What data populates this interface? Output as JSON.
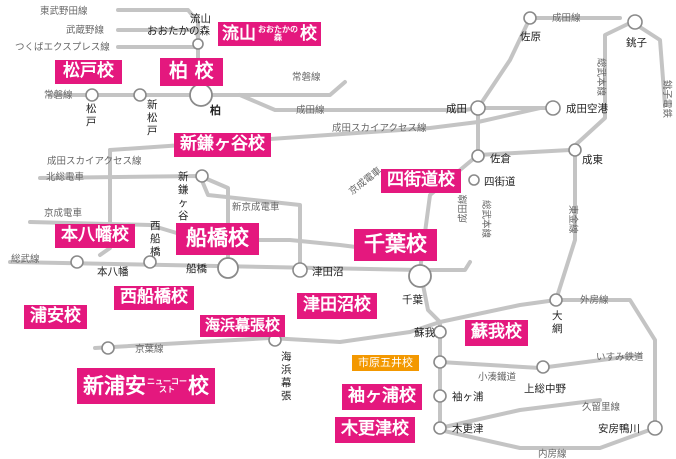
{
  "lines": {
    "tobu_noda": "東武野田線",
    "musashino_top": "武蔵野線",
    "tsukuba": "つくばエクスプレス線",
    "joban_left": "常磐線",
    "joban_right": "常磐線",
    "narita_line": "成田線",
    "narita_sky_right": "成田スカイアクセス線",
    "narita_sky_left": "成田スカイアクセス線",
    "hokuso": "北総電車",
    "keisei_left": "京成電車",
    "keisei_mid": "京成電車",
    "shinkeisei": "新京成電車",
    "sobu_left": "総武線",
    "keiyo": "京葉線",
    "narita_line_v": "成田線",
    "sobu_honsen": "総武本線",
    "sobu_honsen_v": "総武本線",
    "togane": "東金線",
    "sotobo": "外房線",
    "isumi": "いすみ鉄道",
    "kominato": "小湊鐵道",
    "kurimoto": "久留里線",
    "uchibo": "内房線",
    "choshi_dentetsu": "銚子電鉄",
    "narita_line_top": "成田線"
  },
  "stations": {
    "nagareyama_top": "流山",
    "nagareyama_bottom": "おおたかの森",
    "matsudo_1": "松",
    "matsudo_2": "戸",
    "shinmatsudo_1": "新",
    "shinmatsudo_2": "松",
    "shinmatsudo_3": "戸",
    "kashiwa": "柏",
    "shinkamagaya_1": "新",
    "shinkamagaya_2": "鎌",
    "shinkamagaya_3": "ヶ",
    "shinkamagaya_4": "谷",
    "motoyawata": "本八幡",
    "nishifunabashi_1": "西",
    "nishifunabashi_2": "船",
    "nishifunabashi_3": "橋",
    "funabashi": "船橋",
    "tsudanuma": "津田沼",
    "chiba": "千葉",
    "kaihin_1": "海",
    "kaihin_2": "浜",
    "kaihin_3": "幕",
    "kaihin_4": "張",
    "soga": "蘇我",
    "narita": "成田",
    "narita_airport": "成田空港",
    "sakura": "佐倉",
    "yotsukaido": "四街道",
    "sawara": "佐原",
    "choshi": "銚子",
    "naruto": "成東",
    "oami_1": "大",
    "oami_2": "網",
    "kazusa_nakano": "上総中野",
    "sodegaura": "袖ヶ浦",
    "kisarazu": "木更津",
    "awa_kamogawa": "安房鴨川"
  },
  "schools": {
    "nagareyama_a": "流山",
    "nagareyama_b": "おおたかの森",
    "nagareyama_c": "校",
    "matsudo": "松戸校",
    "kashiwa": "柏 校",
    "shinkamagaya": "新鎌ヶ谷校",
    "yotsukaido": "四街道校",
    "motoyawata": "本八幡校",
    "funabashi": "船橋校",
    "chiba": "千葉校",
    "nishifunabashi": "西船橋校",
    "tsudanuma": "津田沼校",
    "urayasu": "浦安校",
    "kaihinmakuhari": "海浜幕張校",
    "soga": "蘇我校",
    "ichiharagoi": "市原五井校",
    "shinurayasu_a": "新浦安",
    "shinurayasu_b": "ニューコースト",
    "shinurayasu_c": "校",
    "sodegaura": "袖ヶ浦校",
    "kisarazu": "木更津校"
  },
  "colors": {
    "school_badge": "#e4187e",
    "school_badge_alt": "#f39800",
    "rail_line": "#c4c4c4",
    "station_stroke": "#8a8a8a"
  }
}
